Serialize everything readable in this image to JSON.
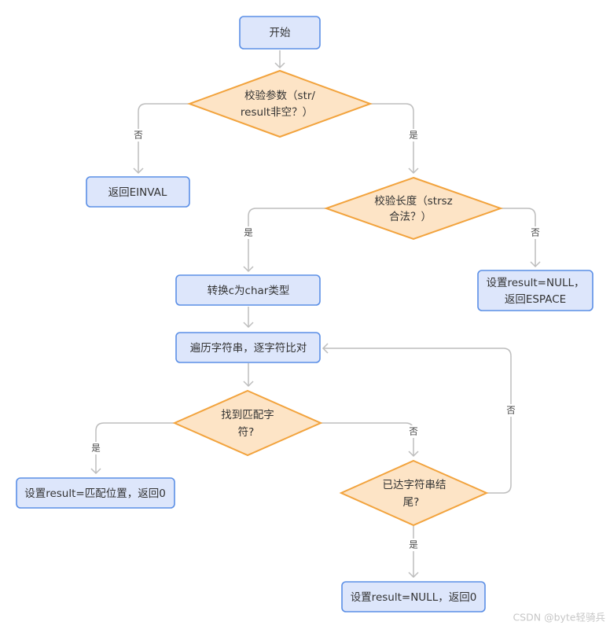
{
  "diagram": {
    "nodes": {
      "start": {
        "label": "开始",
        "shape": "process"
      },
      "check_params": {
        "lines": [
          "校验参数（str/",
          "result非空？）"
        ],
        "shape": "decision"
      },
      "return_einval": {
        "label": "返回EINVAL",
        "shape": "process"
      },
      "check_length": {
        "lines": [
          "校验长度（strsz",
          "合法？）"
        ],
        "shape": "decision"
      },
      "set_null_espace": {
        "lines": [
          "设置result=NULL，",
          "返回ESPACE"
        ],
        "shape": "process"
      },
      "convert_c": {
        "label": "转换c为char类型",
        "shape": "process"
      },
      "traverse": {
        "label": "遍历字符串，逐字符比对",
        "shape": "process"
      },
      "found_match": {
        "lines": [
          "找到匹配字",
          "符?"
        ],
        "shape": "decision"
      },
      "set_match": {
        "label": "设置result=匹配位置，返回0",
        "shape": "process"
      },
      "reached_end": {
        "lines": [
          "已达字符串结",
          "尾?"
        ],
        "shape": "decision"
      },
      "set_null_zero": {
        "label": "设置result=NULL，返回0",
        "shape": "process"
      }
    },
    "edges": [
      {
        "from": "start",
        "to": "check_params",
        "label": ""
      },
      {
        "from": "check_params",
        "to": "return_einval",
        "label": "否"
      },
      {
        "from": "check_params",
        "to": "check_length",
        "label": "是"
      },
      {
        "from": "check_length",
        "to": "convert_c",
        "label": "是"
      },
      {
        "from": "check_length",
        "to": "set_null_espace",
        "label": "否"
      },
      {
        "from": "convert_c",
        "to": "traverse",
        "label": ""
      },
      {
        "from": "traverse",
        "to": "found_match",
        "label": ""
      },
      {
        "from": "found_match",
        "to": "set_match",
        "label": "是"
      },
      {
        "from": "found_match",
        "to": "reached_end",
        "label": "否"
      },
      {
        "from": "reached_end",
        "to": "traverse",
        "label": "否"
      },
      {
        "from": "reached_end",
        "to": "set_null_zero",
        "label": "是"
      }
    ],
    "colors": {
      "process_fill": "#dde6fb",
      "process_stroke": "#5b8fe6",
      "decision_fill": "#fde4c6",
      "decision_stroke": "#f2a33d",
      "edge": "#bdbdbd"
    }
  },
  "watermark": "CSDN @byte轻骑兵"
}
